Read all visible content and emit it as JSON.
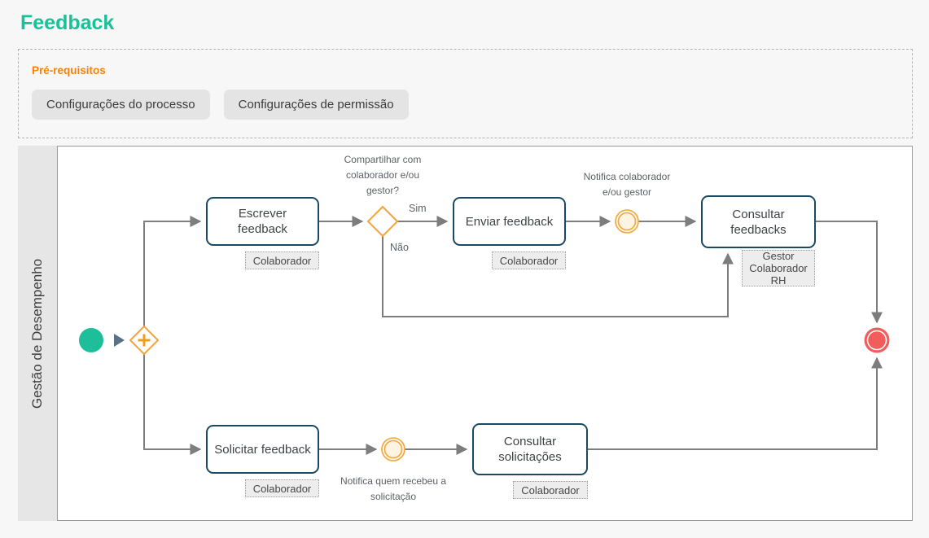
{
  "page": {
    "title": "Feedback"
  },
  "prerequisites": {
    "heading": "Pré-requisitos",
    "buttons": [
      {
        "label": "Configurações do processo"
      },
      {
        "label": "Configurações de permissão"
      }
    ]
  },
  "diagram": {
    "lane_label": "Gestão de Desempenho",
    "tasks": {
      "escrever": {
        "label": "Escrever feedback",
        "role": "Colaborador"
      },
      "enviar": {
        "label": "Enviar feedback",
        "role": "Colaborador"
      },
      "consultar_feedbacks": {
        "label": "Consultar feedbacks",
        "role": "Gestor Colaborador RH"
      },
      "solicitar": {
        "label": "Solicitar feedback",
        "role": "Colaborador"
      },
      "consultar_solicitacoes": {
        "label": "Consultar solicitações",
        "role": "Colaborador"
      }
    },
    "annotations": {
      "gateway_question": "Compartilhar com colaborador e/ou gestor?",
      "yes_label": "Sim",
      "no_label": "Não",
      "notify_top": "Notifica colaborador e/ou gestor",
      "notify_bottom": "Notifica quem recebeu a solicitação"
    },
    "colors": {
      "accent_teal": "#17c297",
      "accent_orange": "#f5820d",
      "start_event": "#1ebe9b",
      "end_event": "#f25c5a",
      "gateway_orange": "#f2a43c",
      "event_ring": "#efa73f",
      "event_fill": "#fdf4e2",
      "task_border": "#1c4962",
      "connector_gray": "#7d7d7d",
      "play_marker": "#5b7286"
    }
  }
}
